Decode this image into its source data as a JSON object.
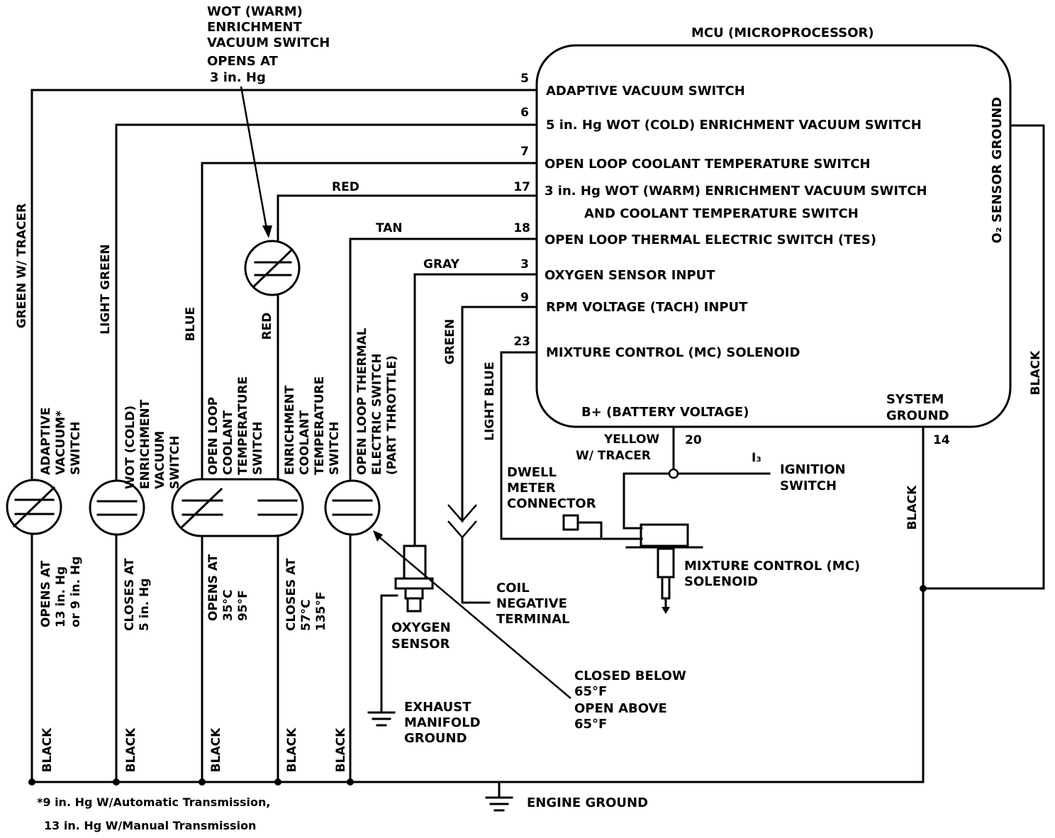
{
  "mcu": {
    "title": "MCU (MICROPROCESSOR)",
    "pins": [
      {
        "num": "5",
        "label": "ADAPTIVE VACUUM SWITCH"
      },
      {
        "num": "6",
        "label": "5 in. Hg WOT (COLD) ENRICHMENT VACUUM SWITCH"
      },
      {
        "num": "7",
        "label": "OPEN LOOP COOLANT TEMPERATURE SWITCH"
      },
      {
        "num": "17",
        "label": "3 in. Hg WOT (WARM) ENRICHMENT VACUUM SWITCH",
        "label2": "AND COOLANT TEMPERATURE SWITCH"
      },
      {
        "num": "18",
        "label": "OPEN LOOP THERMAL ELECTRIC SWITCH (TES)"
      },
      {
        "num": "3",
        "label": "OXYGEN SENSOR INPUT"
      },
      {
        "num": "9",
        "label": "RPM VOLTAGE (TACH) INPUT"
      },
      {
        "num": "23",
        "label": "MIXTURE CONTROL (MC) SOLENOID"
      }
    ],
    "o2_ground_label": "O₂ SENSOR GROUND",
    "battery_label": "B+ (BATTERY VOLTAGE)",
    "battery_pin": "20",
    "system_ground_label": [
      "SYSTEM",
      "GROUND"
    ],
    "system_ground_pin": "14"
  },
  "wot_warm": {
    "title": [
      "WOT (WARM)",
      "ENRICHMENT",
      "VACUUM SWITCH"
    ],
    "opens": [
      "OPENS AT",
      "3 in. Hg"
    ]
  },
  "wires": {
    "green_tracer": "GREEN W/ TRACER",
    "light_green": "LIGHT GREEN",
    "blue": "BLUE",
    "red_vertical": "RED",
    "red": "RED",
    "tan": "TAN",
    "gray": "GRAY",
    "green": "GREEN",
    "light_blue": "LIGHT BLUE",
    "black": "BLACK",
    "yellow_tracer": [
      "YELLOW",
      "W/ TRACER"
    ]
  },
  "switches": {
    "adaptive": {
      "name": [
        "ADAPTIVE",
        "VACUUM*",
        "SWITCH"
      ],
      "spec": [
        "OPENS AT",
        "13 in. Hg",
        "or 9 in. Hg"
      ]
    },
    "wot_cold": {
      "name": [
        "WOT (COLD)",
        "ENRICHMENT",
        "VACUUM",
        "SWITCH"
      ],
      "spec": [
        "CLOSES AT",
        "5 in. Hg"
      ]
    },
    "open_loop_coolant": {
      "name": [
        "OPEN LOOP",
        "COOLANT",
        "TEMPERATURE",
        "SWITCH"
      ],
      "spec": [
        "OPENS AT",
        "35°C",
        "95°F"
      ]
    },
    "enrichment_coolant": {
      "name": [
        "ENRICHMENT",
        "COOLANT",
        "TEMPERATURE",
        "SWITCH"
      ],
      "spec": [
        "CLOSES AT",
        "57°C",
        "135°F"
      ]
    },
    "thermal": {
      "name": [
        "OPEN LOOP THERMAL",
        "ELECTRIC SWITCH",
        "(PART THROTTLE)"
      ]
    }
  },
  "components": {
    "ignition": {
      "ref": "I₃",
      "label": [
        "IGNITION",
        "SWITCH"
      ]
    },
    "dwell": [
      "DWELL",
      "METER",
      "CONNECTOR"
    ],
    "mc_solenoid": [
      "MIXTURE CONTROL (MC)",
      "SOLENOID"
    ],
    "oxygen_sensor": [
      "OXYGEN",
      "SENSOR"
    ],
    "coil": [
      "COIL",
      "NEGATIVE",
      "TERMINAL"
    ],
    "tes_note": [
      "CLOSED BELOW",
      "65°F",
      "OPEN ABOVE",
      "65°F"
    ],
    "exhaust_ground": [
      "EXHAUST",
      "MANIFOLD",
      "GROUND"
    ],
    "engine_ground": "ENGINE GROUND"
  },
  "footnote": [
    "*9 in. Hg W/Automatic Transmission,",
    "13 in. Hg W/Manual Transmission"
  ]
}
